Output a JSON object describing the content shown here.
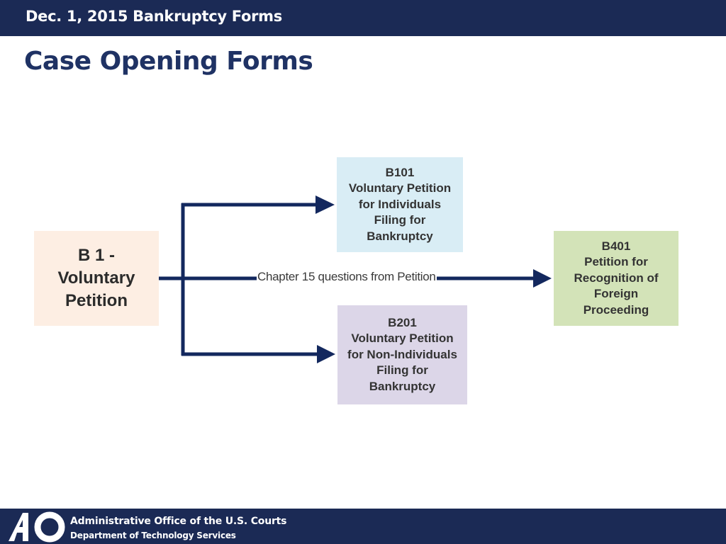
{
  "header": {
    "banner_text": "Dec. 1, 2015 Bankruptcy Forms",
    "title": "Case Opening Forms"
  },
  "diagram": {
    "nodes": {
      "b1": {
        "lines": [
          "B 1 -",
          "Voluntary",
          "Petition"
        ],
        "color": "#fdeee3"
      },
      "b101": {
        "lines": [
          "B101",
          "Voluntary Petition",
          "for Individuals",
          "Filing for",
          "Bankruptcy"
        ],
        "color": "#d9edf5"
      },
      "b201": {
        "lines": [
          "B201",
          "Voluntary Petition",
          "for Non-Individuals",
          "Filing for",
          "Bankruptcy"
        ],
        "color": "#dcd6e8"
      },
      "b401": {
        "lines": [
          "B401",
          "Petition for",
          "Recognition of",
          "Foreign",
          "Proceeding"
        ],
        "color": "#d3e3b8"
      }
    },
    "edges": [
      {
        "from": "b1",
        "to": "b101",
        "label": ""
      },
      {
        "from": "b1",
        "to": "b201",
        "label": ""
      },
      {
        "from": "b1",
        "to": "b401",
        "label": "Chapter 15 questions from Petition"
      }
    ],
    "arrow_color": "#13285e"
  },
  "footer": {
    "logo_text": "AO",
    "org_name": "Administrative Office of the U.S. Courts",
    "department": "Department of Technology Services"
  }
}
